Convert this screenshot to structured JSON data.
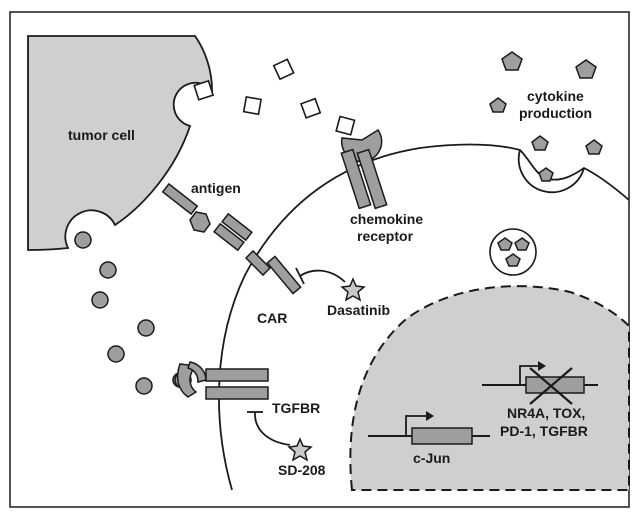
{
  "labels": {
    "tumor_cell": "tumor cell",
    "antigen": "antigen",
    "chemokine_receptor_1": "chemokine",
    "chemokine_receptor_2": "receptor",
    "cytokine_1": "cytokine",
    "cytokine_2": "production",
    "car": "CAR",
    "dasatinib": "Dasatinib",
    "tgfbr": "TGFBR",
    "sd208": "SD-208",
    "cjun": "c-Jun",
    "nr4a_1": "NR4A, TOX,",
    "nr4a_2": "PD-1, TGFBR"
  },
  "colors": {
    "cell_fill": "#cfcfcf",
    "nucleus_fill": "#cfcfcf",
    "receptor_fill": "#9e9e9e",
    "outline": "#1a1a1a",
    "background": "#ffffff"
  }
}
